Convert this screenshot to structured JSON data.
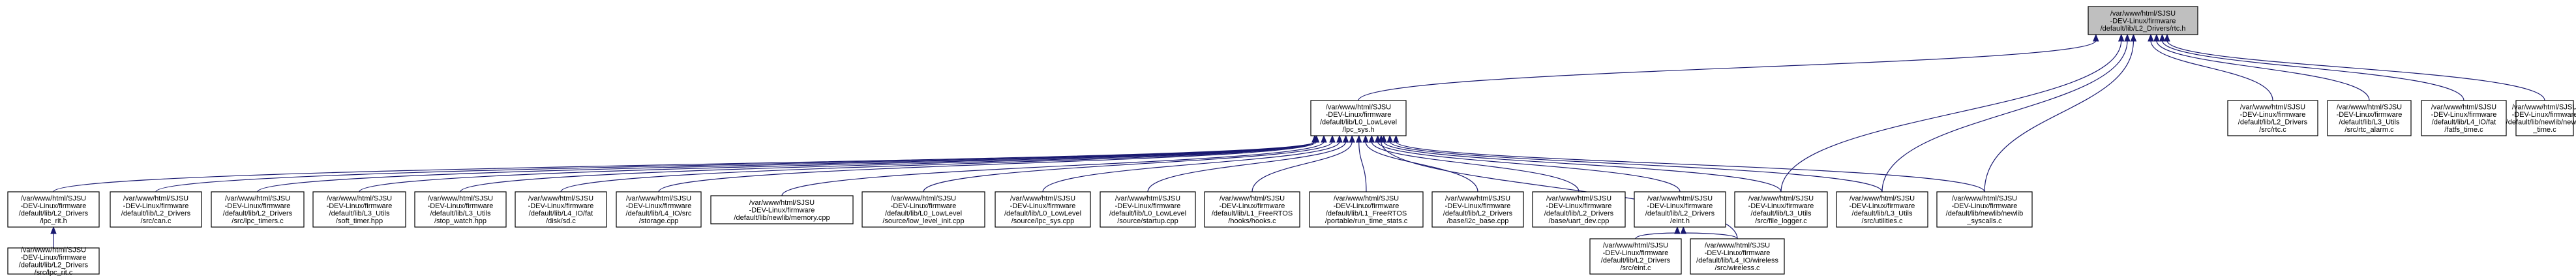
{
  "graph": {
    "nodes": [
      {
        "id": "rtc_h",
        "lines": [
          "/var/www/html/SJSU",
          "-DEV-Linux/firmware",
          "/default/lib/L2_Drivers/rtc.h"
        ],
        "root": true
      },
      {
        "id": "lpc_sys_h",
        "lines": [
          "/var/www/html/SJSU",
          "-DEV-Linux/firmware",
          "/default/lib/L0_LowLevel",
          "/lpc_sys.h"
        ]
      },
      {
        "id": "rtc_c",
        "lines": [
          "/var/www/html/SJSU",
          "-DEV-Linux/firmware",
          "/default/lib/L2_Drivers",
          "/src/rtc.c"
        ]
      },
      {
        "id": "rtc_alarm_c",
        "lines": [
          "/var/www/html/SJSU",
          "-DEV-Linux/firmware",
          "/default/lib/L3_Utils",
          "/src/rtc_alarm.c"
        ]
      },
      {
        "id": "fatfs_time_c",
        "lines": [
          "/var/www/html/SJSU",
          "-DEV-Linux/firmware",
          "/default/lib/L4_IO/fat",
          "/fatfs_time.c"
        ]
      },
      {
        "id": "newlib_time_c",
        "lines": [
          "/var/www/html/SJSU",
          "-DEV-Linux/firmware",
          "/default/lib/newlib/newlib",
          "_time.c"
        ]
      },
      {
        "id": "lpc_rit_h",
        "lines": [
          "/var/www/html/SJSU",
          "-DEV-Linux/firmware",
          "/default/lib/L2_Drivers",
          "/lpc_rit.h"
        ]
      },
      {
        "id": "can_c",
        "lines": [
          "/var/www/html/SJSU",
          "-DEV-Linux/firmware",
          "/default/lib/L2_Drivers",
          "/src/can.c"
        ]
      },
      {
        "id": "lpc_timers_c",
        "lines": [
          "/var/www/html/SJSU",
          "-DEV-Linux/firmware",
          "/default/lib/L2_Drivers",
          "/src/lpc_timers.c"
        ]
      },
      {
        "id": "soft_timer_hpp",
        "lines": [
          "/var/www/html/SJSU",
          "-DEV-Linux/firmware",
          "/default/lib/L3_Utils",
          "/soft_timer.hpp"
        ]
      },
      {
        "id": "stop_watch_hpp",
        "lines": [
          "/var/www/html/SJSU",
          "-DEV-Linux/firmware",
          "/default/lib/L3_Utils",
          "/stop_watch.hpp"
        ]
      },
      {
        "id": "sd_c",
        "lines": [
          "/var/www/html/SJSU",
          "-DEV-Linux/firmware",
          "/default/lib/L4_IO/fat",
          "/disk/sd.c"
        ]
      },
      {
        "id": "storage_cpp",
        "lines": [
          "/var/www/html/SJSU",
          "-DEV-Linux/firmware",
          "/default/lib/L4_IO/src",
          "/storage.cpp"
        ]
      },
      {
        "id": "memory_cpp",
        "lines": [
          "/var/www/html/SJSU",
          "-DEV-Linux/firmware",
          "/default/lib/newlib/memory.cpp"
        ]
      },
      {
        "id": "low_level_init_cpp",
        "lines": [
          "/var/www/html/SJSU",
          "-DEV-Linux/firmware",
          "/default/lib/L0_LowLevel",
          "/source/low_level_init.cpp"
        ]
      },
      {
        "id": "lpc_sys_cpp",
        "lines": [
          "/var/www/html/SJSU",
          "-DEV-Linux/firmware",
          "/default/lib/L0_LowLevel",
          "/source/lpc_sys.cpp"
        ]
      },
      {
        "id": "startup_cpp",
        "lines": [
          "/var/www/html/SJSU",
          "-DEV-Linux/firmware",
          "/default/lib/L0_LowLevel",
          "/source/startup.cpp"
        ]
      },
      {
        "id": "hooks_c",
        "lines": [
          "/var/www/html/SJSU",
          "-DEV-Linux/firmware",
          "/default/lib/L1_FreeRTOS",
          "/hooks/hooks.c"
        ]
      },
      {
        "id": "run_time_stats_c",
        "lines": [
          "/var/www/html/SJSU",
          "-DEV-Linux/firmware",
          "/default/lib/L1_FreeRTOS",
          "/portable/run_time_stats.c"
        ]
      },
      {
        "id": "i2c_base_cpp",
        "lines": [
          "/var/www/html/SJSU",
          "-DEV-Linux/firmware",
          "/default/lib/L2_Drivers",
          "/base/i2c_base.cpp"
        ]
      },
      {
        "id": "uart_dev_cpp",
        "lines": [
          "/var/www/html/SJSU",
          "-DEV-Linux/firmware",
          "/default/lib/L2_Drivers",
          "/base/uart_dev.cpp"
        ]
      },
      {
        "id": "eint_h",
        "lines": [
          "/var/www/html/SJSU",
          "-DEV-Linux/firmware",
          "/default/lib/L2_Drivers",
          "/eint.h"
        ]
      },
      {
        "id": "file_logger_c",
        "lines": [
          "/var/www/html/SJSU",
          "-DEV-Linux/firmware",
          "/default/lib/L3_Utils",
          "/src/file_logger.c"
        ]
      },
      {
        "id": "utilities_c",
        "lines": [
          "/var/www/html/SJSU",
          "-DEV-Linux/firmware",
          "/default/lib/L3_Utils",
          "/src/utilities.c"
        ]
      },
      {
        "id": "syscalls_c",
        "lines": [
          "/var/www/html/SJSU",
          "-DEV-Linux/firmware",
          "/default/lib/newlib/newlib",
          "_syscalls.c"
        ]
      },
      {
        "id": "lpc_rit_c",
        "lines": [
          "/var/www/html/SJSU",
          "-DEV-Linux/firmware",
          "/default/lib/L2_Drivers",
          "/src/lpc_rit.c"
        ]
      },
      {
        "id": "eint_c",
        "lines": [
          "/var/www/html/SJSU",
          "-DEV-Linux/firmware",
          "/default/lib/L2_Drivers",
          "/src/eint.c"
        ]
      },
      {
        "id": "wireless_c",
        "lines": [
          "/var/www/html/SJSU",
          "-DEV-Linux/firmware",
          "/default/lib/L4_IO/wireless",
          "/src/wireless.c"
        ]
      }
    ],
    "edges": [
      [
        "rtc_h",
        "lpc_sys_h"
      ],
      [
        "rtc_h",
        "rtc_c"
      ],
      [
        "rtc_h",
        "rtc_alarm_c"
      ],
      [
        "rtc_h",
        "fatfs_time_c"
      ],
      [
        "rtc_h",
        "newlib_time_c"
      ],
      [
        "rtc_h",
        "file_logger_c"
      ],
      [
        "rtc_h",
        "utilities_c"
      ],
      [
        "rtc_h",
        "syscalls_c"
      ],
      [
        "lpc_sys_h",
        "lpc_rit_h"
      ],
      [
        "lpc_sys_h",
        "can_c"
      ],
      [
        "lpc_sys_h",
        "lpc_timers_c"
      ],
      [
        "lpc_sys_h",
        "soft_timer_hpp"
      ],
      [
        "lpc_sys_h",
        "stop_watch_hpp"
      ],
      [
        "lpc_sys_h",
        "sd_c"
      ],
      [
        "lpc_sys_h",
        "storage_cpp"
      ],
      [
        "lpc_sys_h",
        "memory_cpp"
      ],
      [
        "lpc_sys_h",
        "low_level_init_cpp"
      ],
      [
        "lpc_sys_h",
        "lpc_sys_cpp"
      ],
      [
        "lpc_sys_h",
        "startup_cpp"
      ],
      [
        "lpc_sys_h",
        "hooks_c"
      ],
      [
        "lpc_sys_h",
        "run_time_stats_c"
      ],
      [
        "lpc_sys_h",
        "i2c_base_cpp"
      ],
      [
        "lpc_sys_h",
        "uart_dev_cpp"
      ],
      [
        "lpc_sys_h",
        "eint_h"
      ],
      [
        "lpc_sys_h",
        "file_logger_c"
      ],
      [
        "lpc_sys_h",
        "utilities_c"
      ],
      [
        "lpc_sys_h",
        "syscalls_c"
      ],
      [
        "lpc_sys_h",
        "wireless_c"
      ],
      [
        "lpc_rit_h",
        "lpc_rit_c"
      ],
      [
        "eint_h",
        "eint_c"
      ],
      [
        "eint_h",
        "wireless_c"
      ]
    ]
  }
}
